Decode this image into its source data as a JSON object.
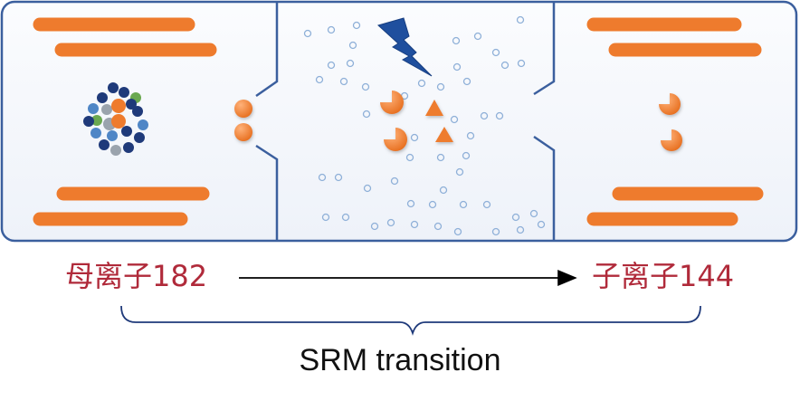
{
  "labels": {
    "parent_ion": "母离子182",
    "daughter_ion": "子离子144",
    "transition": "SRM transition"
  },
  "icons": {
    "energy": "lightning-bolt-icon"
  },
  "colors": {
    "orange": "#ee7b2d",
    "frame": "#3b5f9e",
    "panel_bg": "#f4f7fc",
    "text_red": "#b02a3a",
    "navy": "#1f3a7a",
    "blue": "#4f86c6",
    "green": "#6aa84f",
    "gray": "#9aa3ad",
    "bubble": "#8fb0d8"
  }
}
